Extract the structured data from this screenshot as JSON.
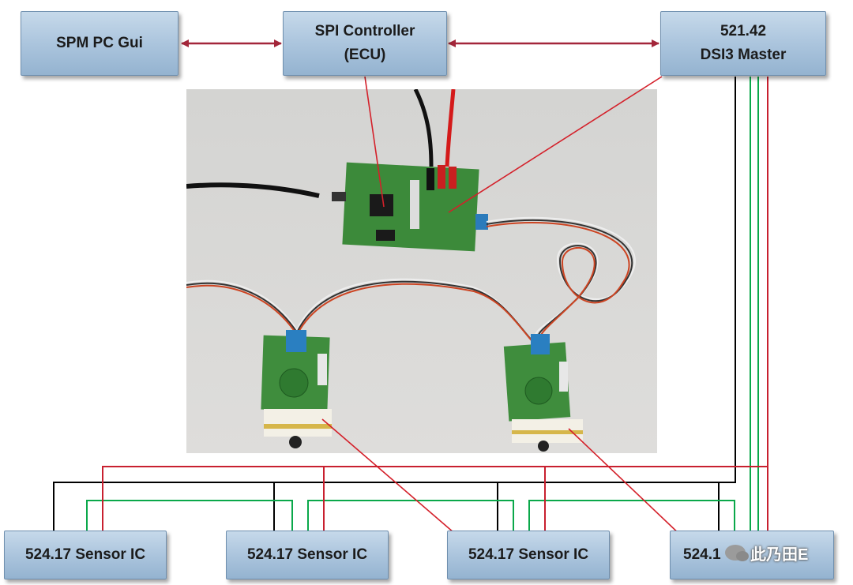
{
  "boxes": {
    "spm_pc_gui": "SPM PC Gui",
    "spi_controller": {
      "line1": "SPI Controller",
      "line2": "(ECU)"
    },
    "dsi3_master": {
      "line1": "521.42",
      "line2": "DSI3 Master"
    },
    "sensor1": "524.17 Sensor IC",
    "sensor2": "524.17 Sensor IC",
    "sensor3": "524.17 Sensor IC",
    "sensor4": "524.1"
  },
  "watermark": {
    "text": "此乃田E"
  },
  "colors": {
    "red": "#c8202f",
    "black": "#000000",
    "green": "#0aa84a",
    "box_border": "#6f8fae",
    "arrow": "#a3263a"
  }
}
